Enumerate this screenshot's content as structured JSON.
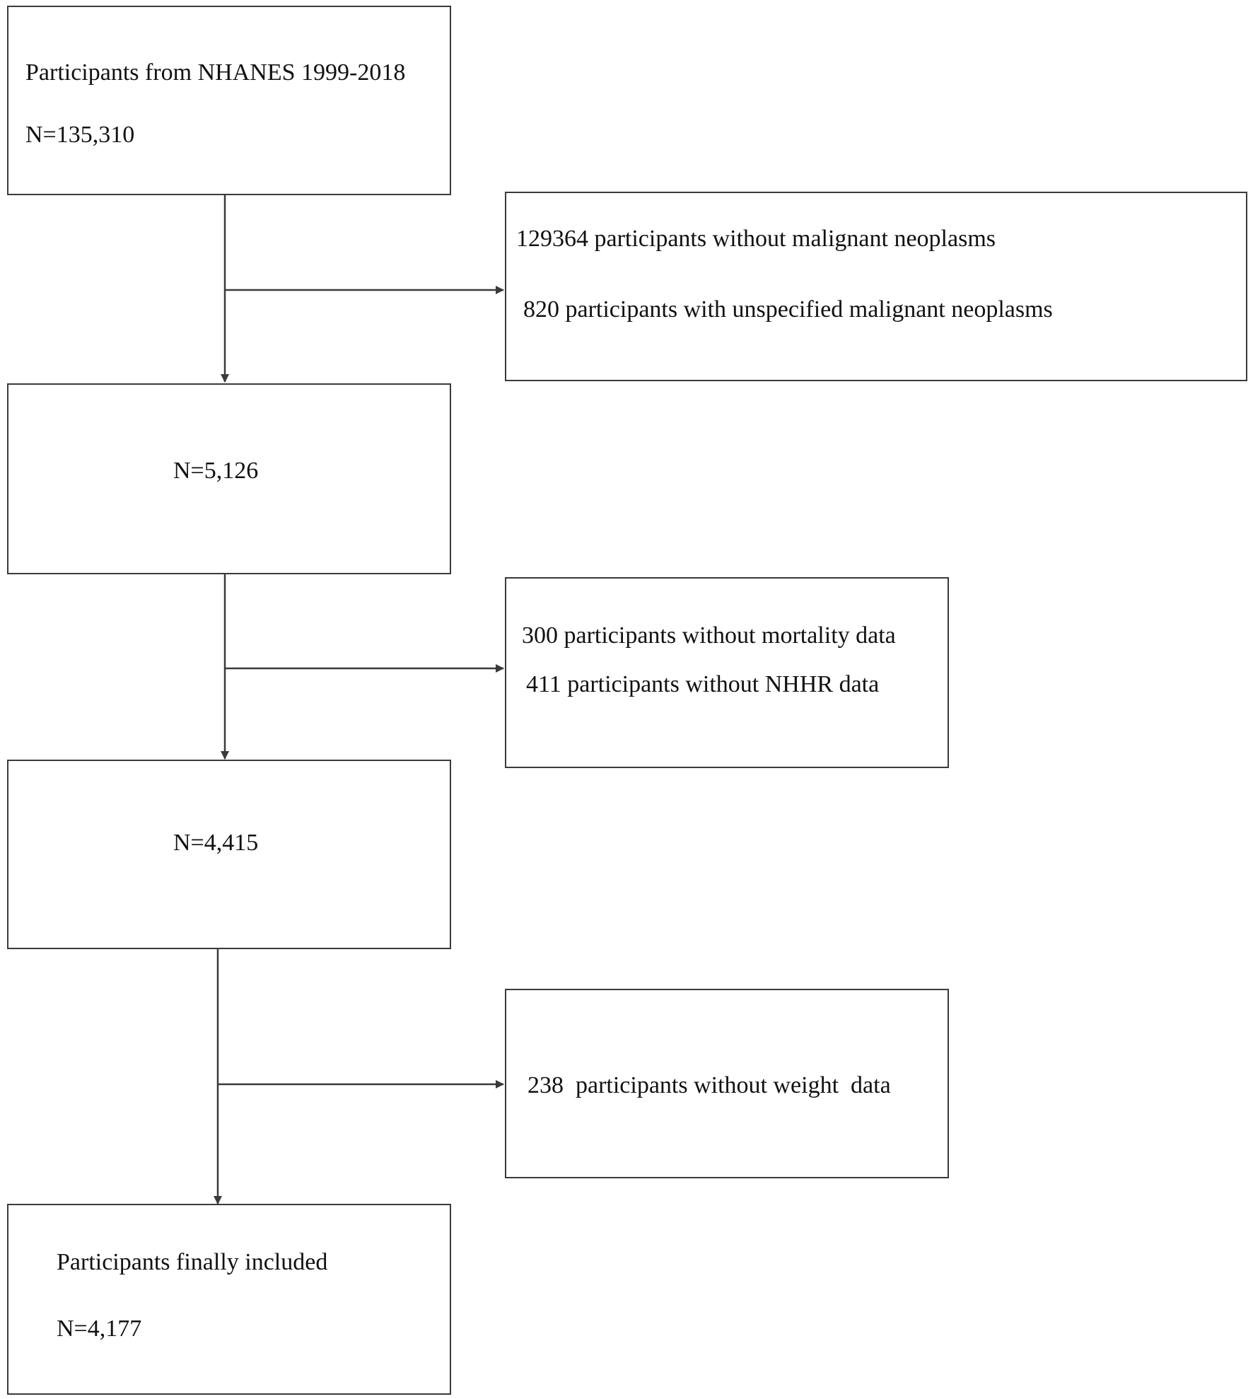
{
  "flowchart": {
    "start": {
      "line1": "Participants from NHANES 1999-2018",
      "line2": "N=135,310"
    },
    "exclusion1": {
      "line1": "129364 participants without malignant neoplasms",
      "line2": "820 participants with unspecified malignant neoplasms"
    },
    "step2": {
      "count": "N=5,126"
    },
    "exclusion2": {
      "line1": "300 participants without mortality data",
      "line2": "411 participants without NHHR data"
    },
    "step3": {
      "count": "N=4,415"
    },
    "exclusion3": {
      "line1": "238  participants without weight  data"
    },
    "final": {
      "line1": "Participants finally included",
      "line2": "N=4,177"
    }
  },
  "colors": {
    "line": "#3a3a3a",
    "text": "#111111",
    "background": "#ffffff"
  }
}
